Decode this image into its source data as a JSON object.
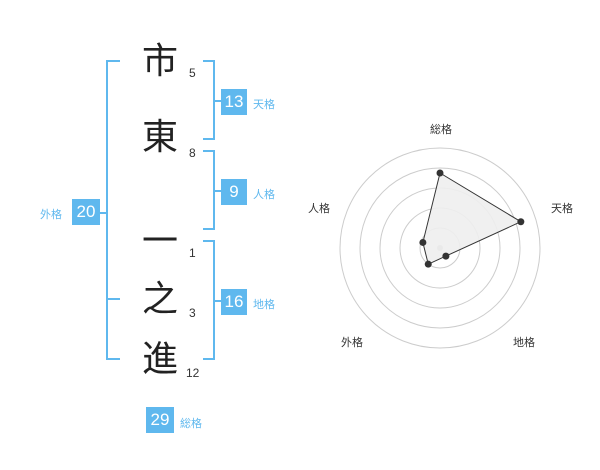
{
  "name": {
    "characters": [
      {
        "char": "市",
        "strokes": "5"
      },
      {
        "char": "東",
        "strokes": "8"
      },
      {
        "char": "一",
        "strokes": "1"
      },
      {
        "char": "之",
        "strokes": "3"
      },
      {
        "char": "進",
        "strokes": "12"
      }
    ]
  },
  "fortunes": {
    "tenkaku": {
      "value": "13",
      "label": "天格"
    },
    "jinkaku": {
      "value": "9",
      "label": "人格"
    },
    "chikaku": {
      "value": "16",
      "label": "地格"
    },
    "gaikaku": {
      "value": "20",
      "label": "外格"
    },
    "soukaku": {
      "value": "29",
      "label": "総格"
    }
  },
  "radar": {
    "labels": {
      "top": "総格",
      "right": "天格",
      "bottom_right": "地格",
      "bottom_left": "外格",
      "left": "人格"
    },
    "levels": [
      0.75,
      0.85,
      0.1,
      0.2,
      0.18
    ],
    "colors": {
      "accent": "#5fb8ee",
      "fill": "#eeeeee",
      "line": "#333333",
      "grid": "#cccccc"
    }
  }
}
